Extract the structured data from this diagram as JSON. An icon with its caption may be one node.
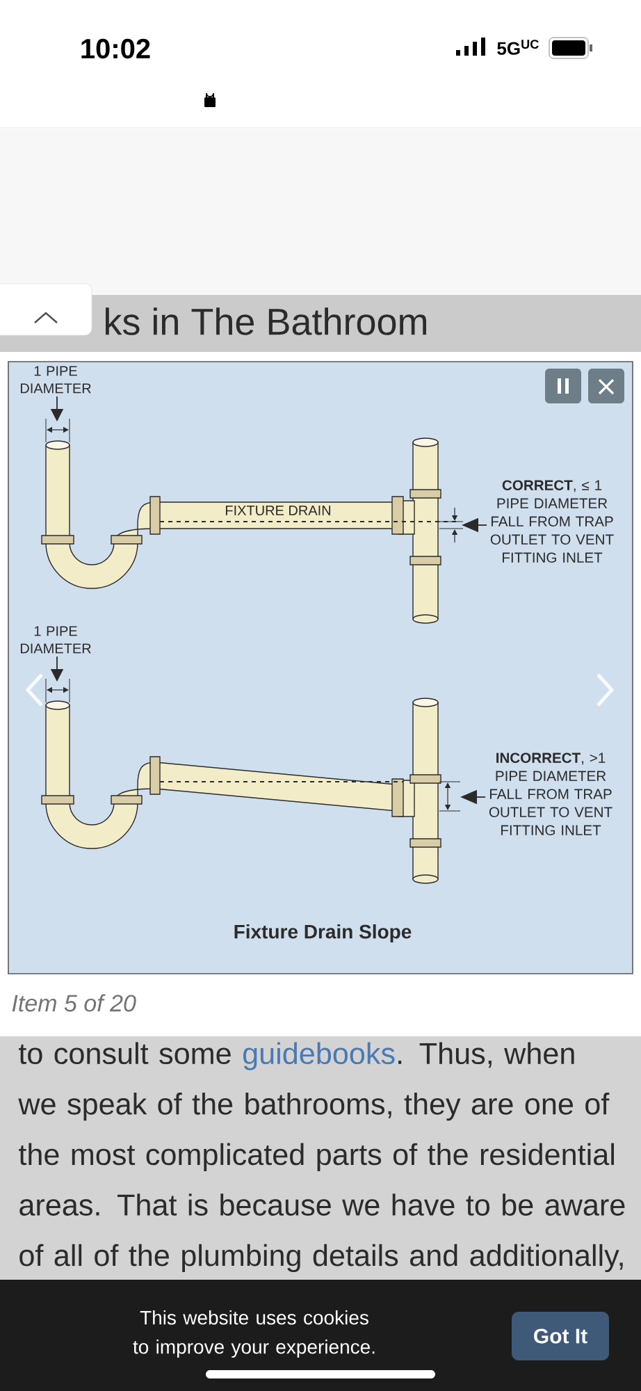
{
  "diagram": {
    "caption": "Fixture Drain Slope",
    "labels": [
      "10:02",
      "5G$^{UC}$",
      "ks in The Bathroom",
      "1 PIPE DIAMETER",
      "FIXTURE DRAIN",
      "**CORRECT**, ≤ 1 PIPE DIAMETER FALL FROM TRAP OUTLET TO VENT FITTING INLET",
      "1 PIPE DIAMETER",
      "**INCORRECT**, >1 PIPE DIAMETER FALL FROM TRAP OUTLET TO VENT FITTING INLET",
      "Item 5 of 20",
      "to consult some",
      "guidebooks",
      ". Thus, when we speak of the bathrooms, they are one of the most complicated parts of the residential areas. That is because we have to be aware of all of the plumbing details and additionally, we",
      "This website uses cookies to improve your experience.",
      "Got It"
    ]
  }
}
